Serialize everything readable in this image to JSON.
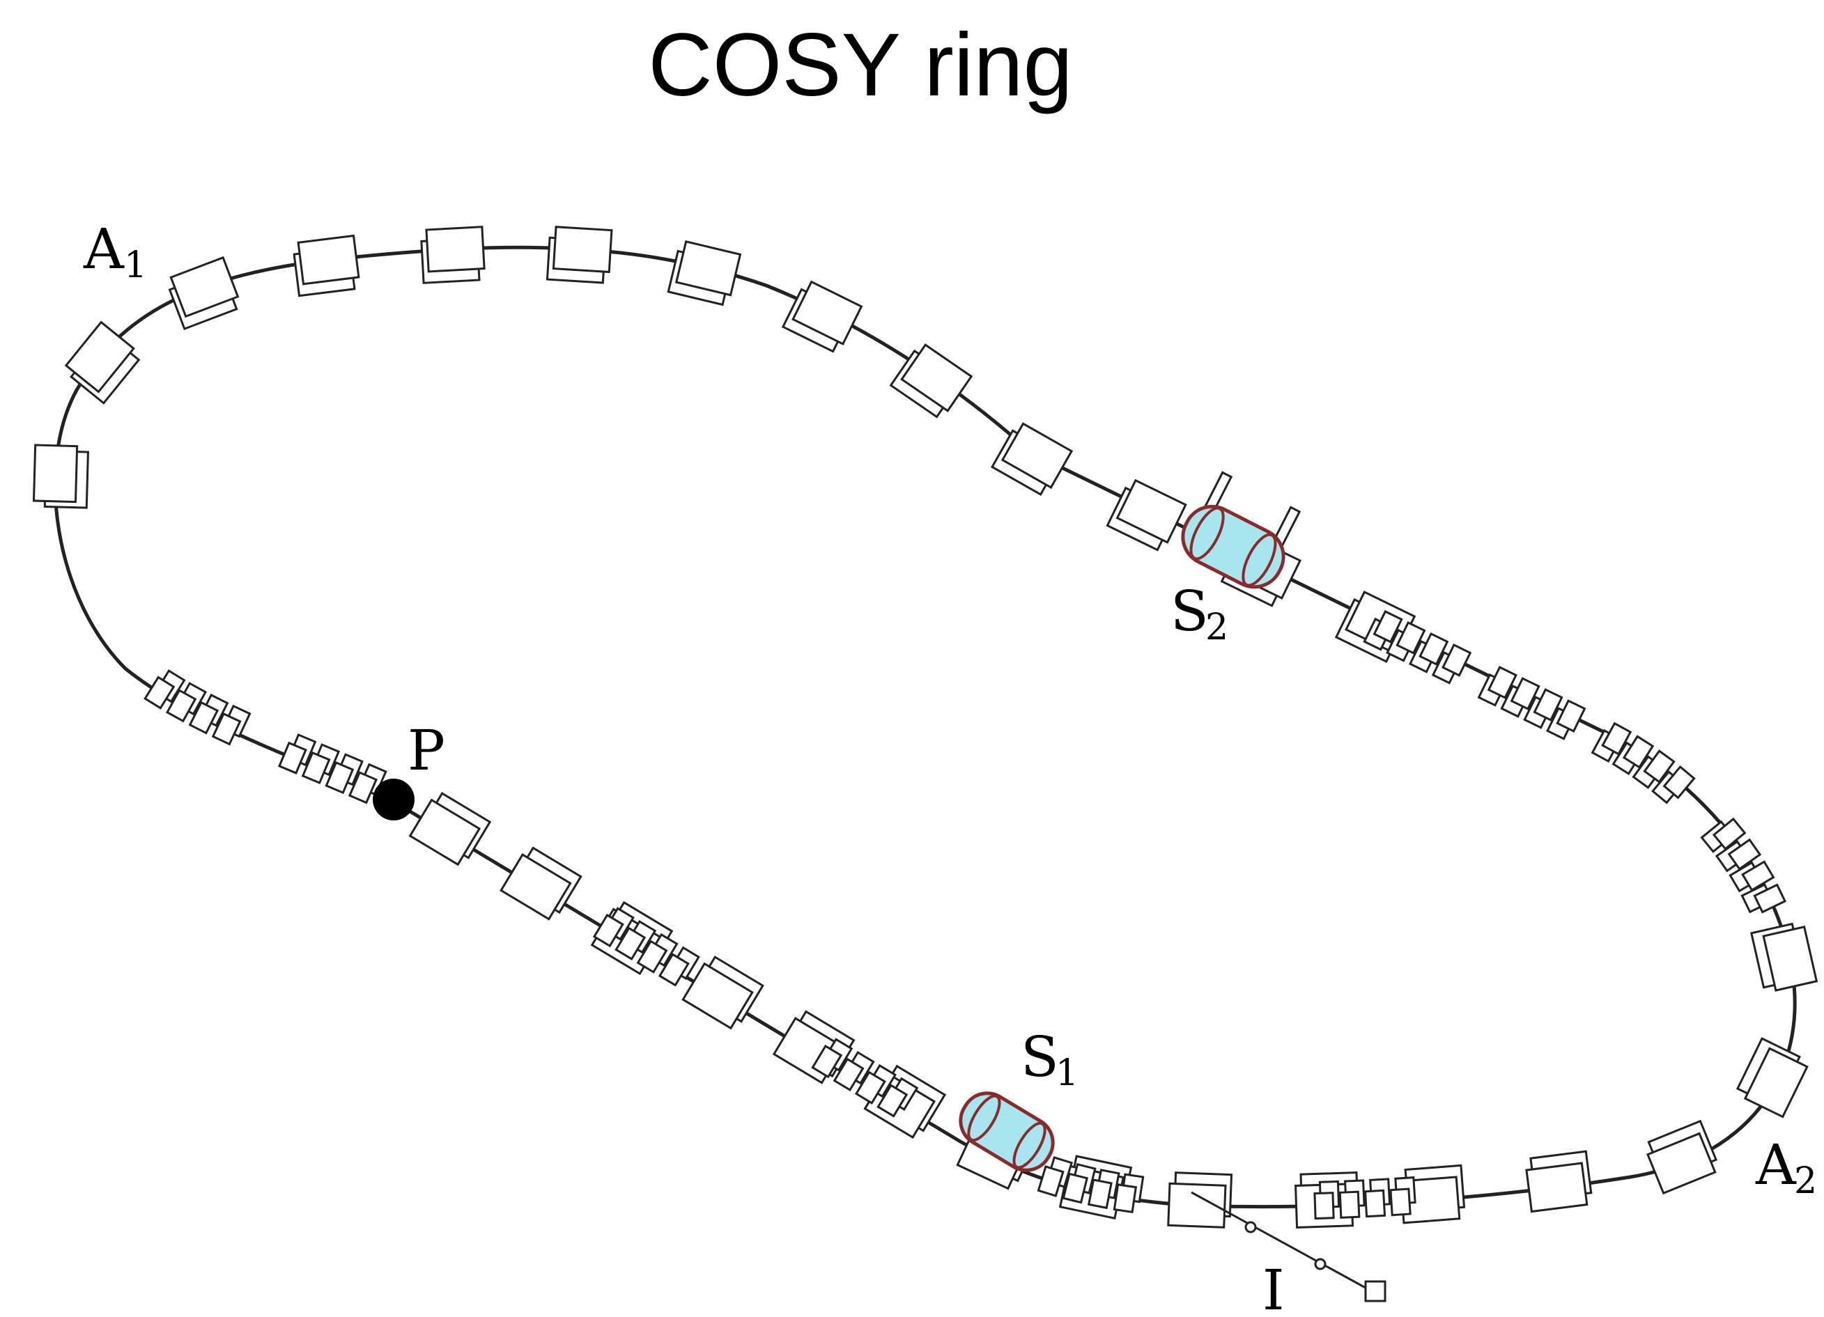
{
  "title": "COSY ring",
  "labels": {
    "a1": "A",
    "a1_sub": "1",
    "a2": "A",
    "a2_sub": "2",
    "s1": "S",
    "s1_sub": "1",
    "s2": "S",
    "s2_sub": "2",
    "p": "P",
    "i": "I"
  },
  "colors": {
    "line": "#222222",
    "box_fill": "#ffffff",
    "solenoid_fill": "#a8e6ef",
    "solenoid_stroke": "#8b2a2a",
    "point": "#000000"
  }
}
